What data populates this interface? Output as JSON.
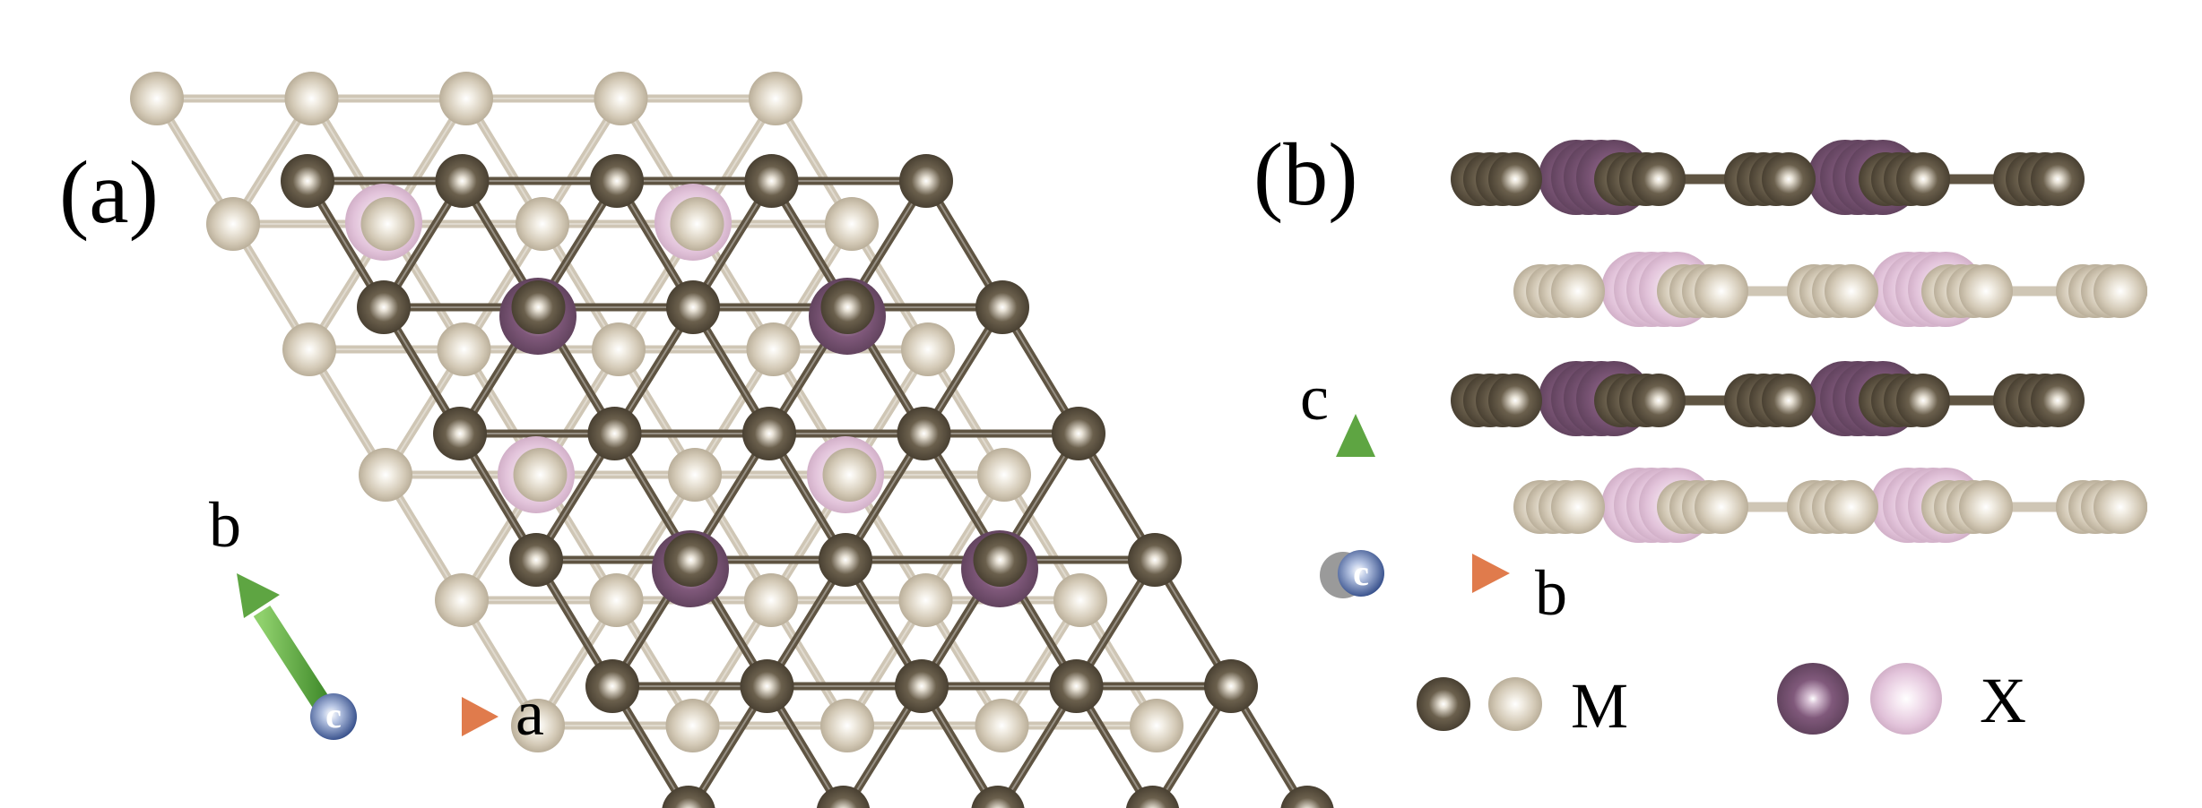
{
  "panel_a": {
    "label": "(a)",
    "axes": {
      "a": "a",
      "b": "b",
      "c": "c"
    }
  },
  "panel_b": {
    "label": "(b)",
    "axes": {
      "c": "c",
      "b": "b",
      "origin": "c"
    }
  },
  "legend": {
    "metal_label": "M",
    "chalcogen_label": "X"
  },
  "colors": {
    "metal_dark": "#5a4f3e",
    "metal_light": "#d8cfbd",
    "chalcogen_dark": "#7e5a7a",
    "chalcogen_light": "#e6c7df",
    "bond_dark": "#5f5442",
    "bond_light": "#cfc6b5",
    "axis_a": "#e8865a",
    "axis_b": "#5ea542",
    "axis_c": "#2e4a8a"
  }
}
